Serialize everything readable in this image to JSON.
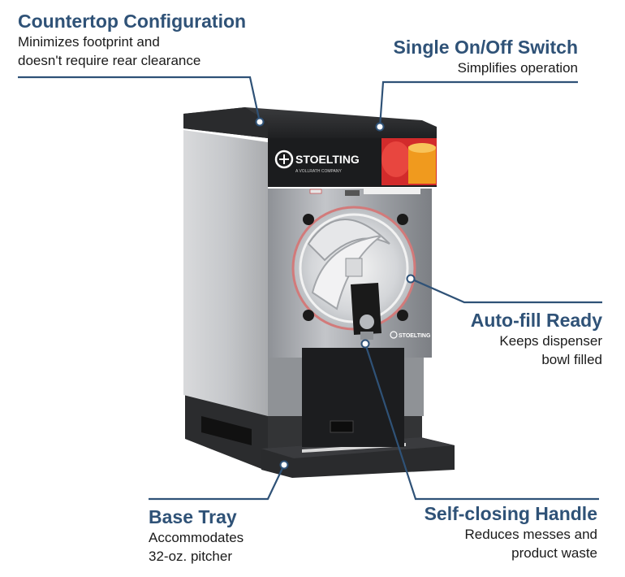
{
  "callouts": {
    "countertop": {
      "title": "Countertop Configuration",
      "line1": "Minimizes footprint and",
      "line2": "doesn't require rear clearance"
    },
    "switch": {
      "title": "Single On/Off Switch",
      "line1": "Simplifies operation"
    },
    "autofill": {
      "title": "Auto-fill Ready",
      "line1": "Keeps dispenser",
      "line2": "bowl filled"
    },
    "base": {
      "title": "Base Tray",
      "line1": "Accommodates",
      "line2": "32-oz. pitcher"
    },
    "handle": {
      "title": "Self-closing Handle",
      "line1": "Reduces messes and",
      "line2": "product waste"
    }
  },
  "machine": {
    "brand": "STOELTING",
    "tagline": "A VOLLRATH COMPANY",
    "badge": "STOELTING"
  },
  "colors": {
    "accent": "#2f5277",
    "text": "#1a1a1a"
  }
}
